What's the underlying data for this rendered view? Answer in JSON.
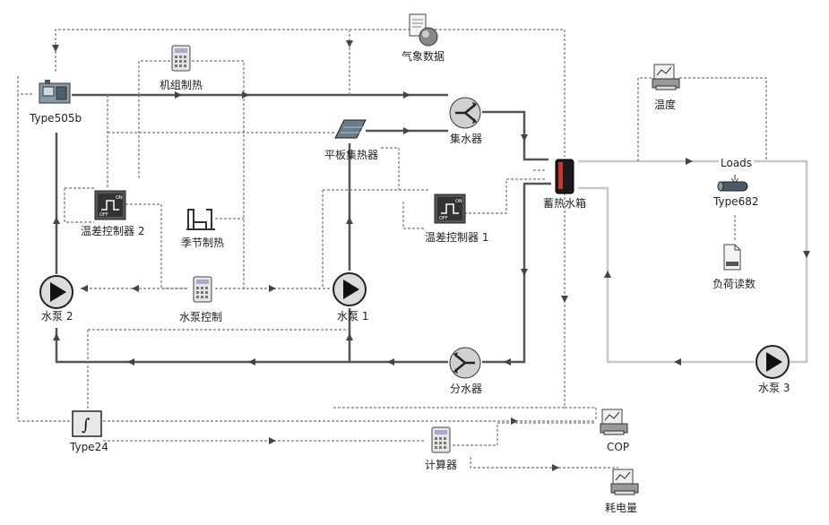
{
  "components": {
    "type505b": {
      "label": "Type505b",
      "icon": "heat-pump-unit-icon"
    },
    "unit_heating": {
      "label": "机组制热",
      "icon": "calculator-icon"
    },
    "weather": {
      "label": "气象数据",
      "icon": "weather-data-icon"
    },
    "collector": {
      "label": "平板集热器",
      "icon": "solar-collector-icon"
    },
    "header_collect": {
      "label": "集水器",
      "icon": "diverter-icon"
    },
    "tank": {
      "label": "蓄热水箱",
      "icon": "storage-tank-icon"
    },
    "temp_printer": {
      "label": "温度",
      "icon": "printer-plot-icon"
    },
    "loads": {
      "label": "Loads",
      "icon": "arrow-down-icon"
    },
    "type682": {
      "label": "Type682",
      "icon": "pipe-load-icon"
    },
    "load_read": {
      "label": "负荷读数",
      "icon": "data-file-icon"
    },
    "ctrl2": {
      "label": "温差控制器 2",
      "icon": "differential-controller-icon"
    },
    "ctrl1": {
      "label": "温差控制器 1",
      "icon": "differential-controller-icon"
    },
    "season": {
      "label": "季节制热",
      "icon": "forcing-function-icon"
    },
    "pump2": {
      "label": "水泵 2",
      "icon": "pump-icon"
    },
    "pump1": {
      "label": "水泵 1",
      "icon": "pump-icon"
    },
    "pump3": {
      "label": "水泵 3",
      "icon": "pump-icon"
    },
    "pump_ctrl": {
      "label": "水泵控制",
      "icon": "calculator-icon"
    },
    "header_divide": {
      "label": "分水器",
      "icon": "diverter-icon"
    },
    "type24": {
      "label": "Type24",
      "icon": "integrator-icon"
    },
    "calc": {
      "label": "计算器",
      "icon": "calculator-icon"
    },
    "cop": {
      "label": "COP",
      "icon": "printer-plot-icon"
    },
    "power": {
      "label": "耗电量",
      "icon": "printer-plot-icon"
    }
  },
  "colors": {
    "pipe": "#555555",
    "load_pipe": "#c8c8c8",
    "control": "#7a7a7a"
  }
}
